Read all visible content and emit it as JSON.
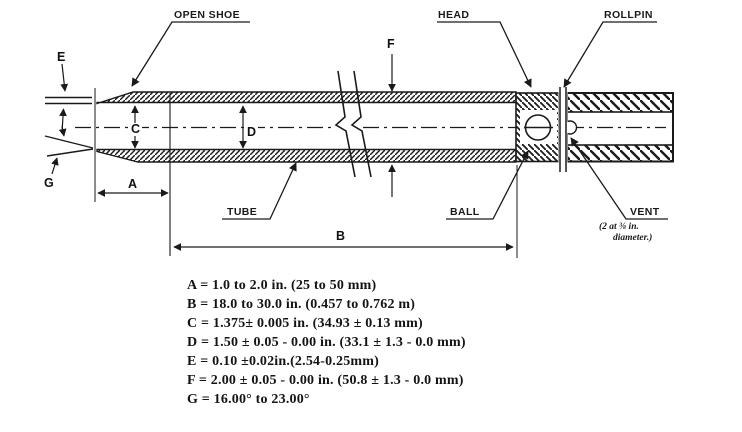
{
  "title": "Tube assembly engineering drawing",
  "colors": {
    "ink": "#1a1a1a",
    "paper": "#ffffff"
  },
  "labels": {
    "open_shoe": "OPEN SHOE",
    "head": "HEAD",
    "rollpin": "ROLLPIN",
    "tube": "TUBE",
    "ball": "BALL",
    "vent": "VENT",
    "vent_note_line1": "(2 at ⅜ in.",
    "vent_note_line2": "diameter.)"
  },
  "dims": {
    "A": "A",
    "B": "B",
    "C": "C",
    "D": "D",
    "E": "E",
    "F": "F",
    "G": "G"
  },
  "specs": [
    "A = 1.0 to 2.0 in. (25 to 50 mm)",
    "B = 18.0 to 30.0 in. (0.457 to 0.762 m)",
    "C = 1.375± 0.005 in. (34.93 ± 0.13 mm)",
    "D = 1.50 ± 0.05 - 0.00 in. (33.1 ± 1.3 - 0.0 mm)",
    "E = 0.10 ±0.02in.(2.54-0.25mm)",
    "F = 2.00 ± 0.05 - 0.00 in. (50.8 ± 1.3 - 0.0 mm)",
    "G = 16.00° to 23.00°"
  ]
}
